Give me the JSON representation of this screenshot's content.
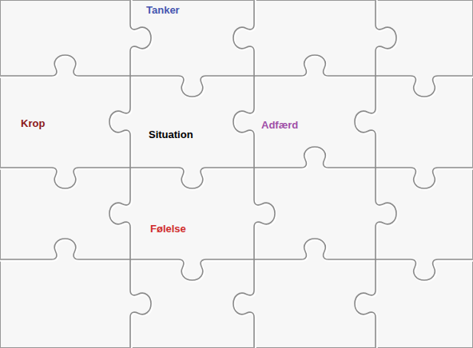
{
  "diagram": {
    "labels": [
      "Tanker",
      "Situation",
      "Krop",
      "Adfærd",
      "Følelse"
    ]
  }
}
